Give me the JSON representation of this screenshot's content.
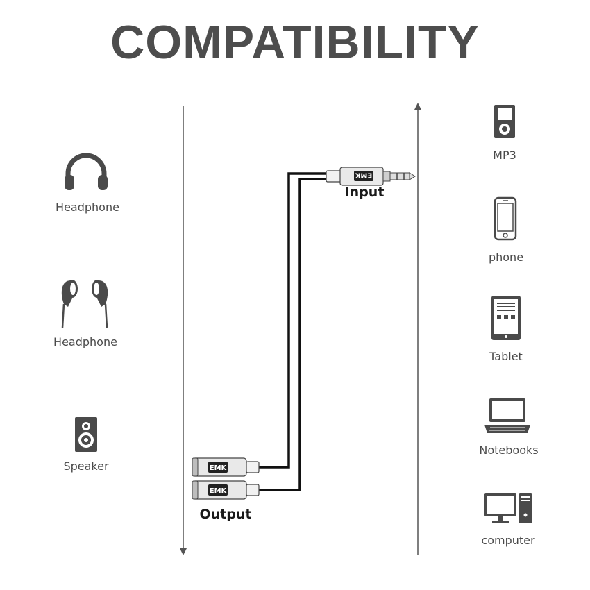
{
  "title": "COMPATIBILITY",
  "brand": "EMK",
  "input_label": "Input",
  "output_label": "Output",
  "left_devices": [
    {
      "label": "Headphone",
      "icon": "over-ear-headphone-icon"
    },
    {
      "label": "Headphone",
      "icon": "earbud-headphone-icon"
    },
    {
      "label": "Speaker",
      "icon": "speaker-icon"
    }
  ],
  "right_devices": [
    {
      "label": "MP3",
      "icon": "mp3-player-icon"
    },
    {
      "label": "phone",
      "icon": "phone-icon"
    },
    {
      "label": "Tablet",
      "icon": "tablet-icon"
    },
    {
      "label": "Notebooks",
      "icon": "notebook-icon"
    },
    {
      "label": "computer",
      "icon": "computer-icon"
    }
  ],
  "colors": {
    "icon": "#4a4a4a",
    "title": "#4d4d4d",
    "cable": "#111111"
  }
}
